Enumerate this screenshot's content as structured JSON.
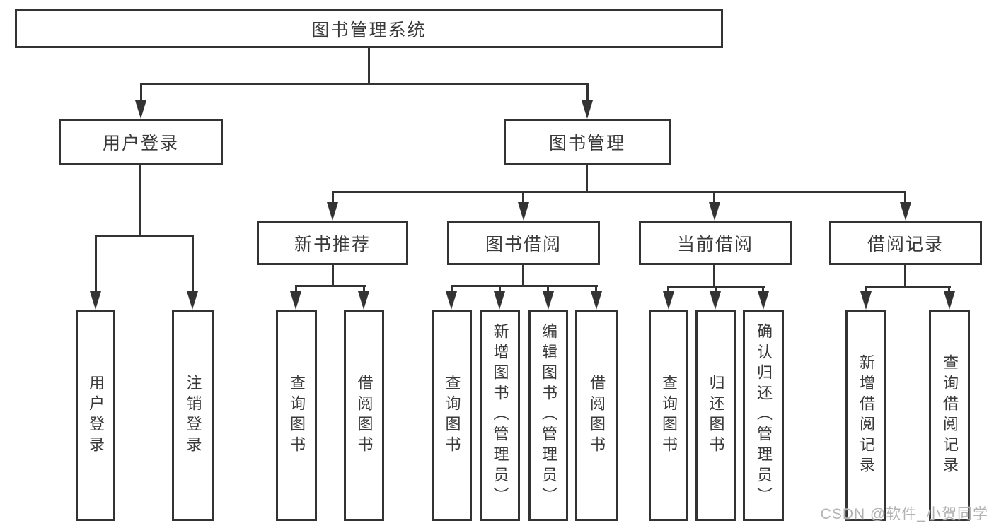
{
  "diagram": {
    "title": "图书管理系统",
    "type": "hierarchy-tree",
    "colors": {
      "line": "#333333",
      "text": "#3a3a3a",
      "background": "#ffffff",
      "watermark": "#b3b3b3"
    },
    "nodes": [
      {
        "id": "root",
        "label": "图书管理系统",
        "level": 1,
        "parent": null
      },
      {
        "id": "user-login",
        "label": "用户登录",
        "level": 2,
        "parent": "root"
      },
      {
        "id": "book-management",
        "label": "图书管理",
        "level": 2,
        "parent": "root"
      },
      {
        "id": "new-book-recommend",
        "label": "新书推荐",
        "level": 3,
        "parent": "book-management"
      },
      {
        "id": "book-borrowing",
        "label": "图书借阅",
        "level": 3,
        "parent": "book-management"
      },
      {
        "id": "current-borrowing",
        "label": "当前借阅",
        "level": 3,
        "parent": "book-management"
      },
      {
        "id": "borrowing-records",
        "label": "借阅记录",
        "level": 3,
        "parent": "book-management"
      },
      {
        "id": "leaf-user-login",
        "label": "用户登录",
        "level": 4,
        "parent": "user-login"
      },
      {
        "id": "leaf-logout",
        "label": "注销登录",
        "level": 4,
        "parent": "user-login"
      },
      {
        "id": "leaf-query-books-1",
        "label": "查询图书",
        "level": 4,
        "parent": "new-book-recommend"
      },
      {
        "id": "leaf-borrow-books-1",
        "label": "借阅图书",
        "level": 4,
        "parent": "new-book-recommend"
      },
      {
        "id": "leaf-query-books-2",
        "label": "查询图书",
        "level": 4,
        "parent": "book-borrowing"
      },
      {
        "id": "leaf-add-books",
        "label": "新增图书（管理员）",
        "level": 4,
        "parent": "book-borrowing"
      },
      {
        "id": "leaf-edit-books",
        "label": "编辑图书（管理员）",
        "level": 4,
        "parent": "book-borrowing"
      },
      {
        "id": "leaf-borrow-books-2",
        "label": "借阅图书",
        "level": 4,
        "parent": "book-borrowing"
      },
      {
        "id": "leaf-query-books-3",
        "label": "查询图书",
        "level": 4,
        "parent": "current-borrowing"
      },
      {
        "id": "leaf-return-books",
        "label": "归还图书",
        "level": 4,
        "parent": "current-borrowing"
      },
      {
        "id": "leaf-confirm-return",
        "label": "确认归还（管理员）",
        "level": 4,
        "parent": "current-borrowing"
      },
      {
        "id": "leaf-add-borrow-record",
        "label": "新增借阅记录",
        "level": 4,
        "parent": "borrowing-records"
      },
      {
        "id": "leaf-query-borrow-record",
        "label": "查询借阅记录",
        "level": 4,
        "parent": "borrowing-records"
      }
    ]
  },
  "watermark": {
    "text": "CSDN @软件_小贺同学"
  }
}
